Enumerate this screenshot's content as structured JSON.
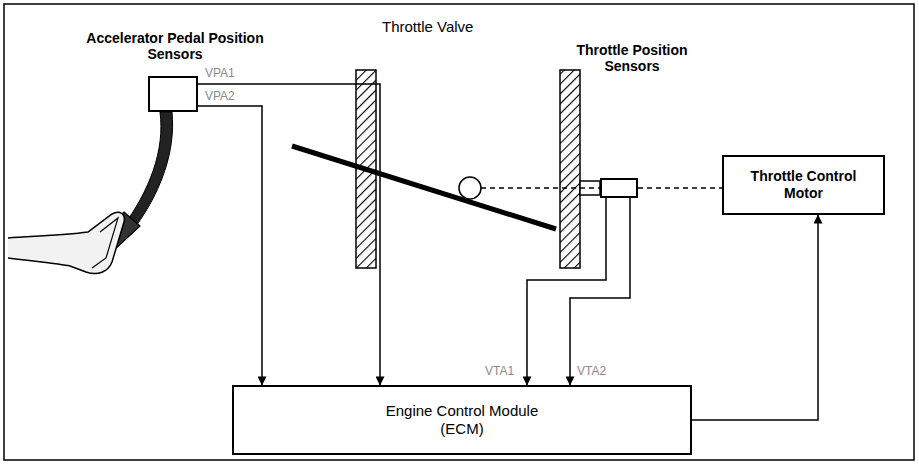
{
  "diagram": {
    "nodes": [
      {
        "text": [
          "Accelerator Pedal Position Sensors"
        ]
      },
      {
        "text": [
          "Throttle Position Sensors"
        ]
      },
      {
        "text": [
          "Throttle Control Motor"
        ]
      },
      {
        "text": [
          "Engine Control Module (ECM)"
        ]
      }
    ],
    "edges": [
      {
        "from": 0,
        "to": 3,
        "arrow": "to",
        "label": "VPA1"
      },
      {
        "from": 0,
        "to": 3,
        "arrow": "to",
        "label": "VPA2"
      },
      {
        "from": 1,
        "to": 3,
        "arrow": "to",
        "label": "VTA1"
      },
      {
        "from": 1,
        "to": 3,
        "arrow": "to",
        "label": "VTA2"
      },
      {
        "from": 3,
        "to": 2,
        "arrow": "to"
      },
      {
        "from": 1,
        "to": 2,
        "arrow": "none"
      }
    ],
    "labels": [
      "Throttle Valve"
    ]
  }
}
